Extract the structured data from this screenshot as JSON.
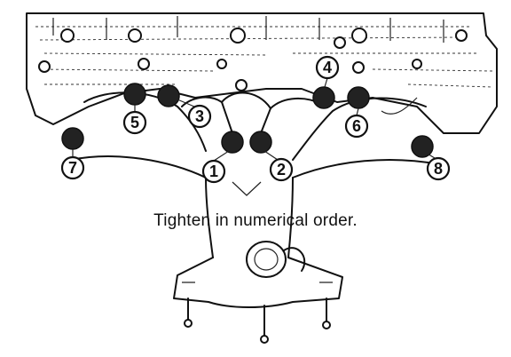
{
  "caption": "Tighten in numerical order.",
  "callouts": [
    {
      "label": "1"
    },
    {
      "label": "2"
    },
    {
      "label": "3"
    },
    {
      "label": "4"
    },
    {
      "label": "5"
    },
    {
      "label": "6"
    },
    {
      "label": "7"
    },
    {
      "label": "8"
    }
  ]
}
